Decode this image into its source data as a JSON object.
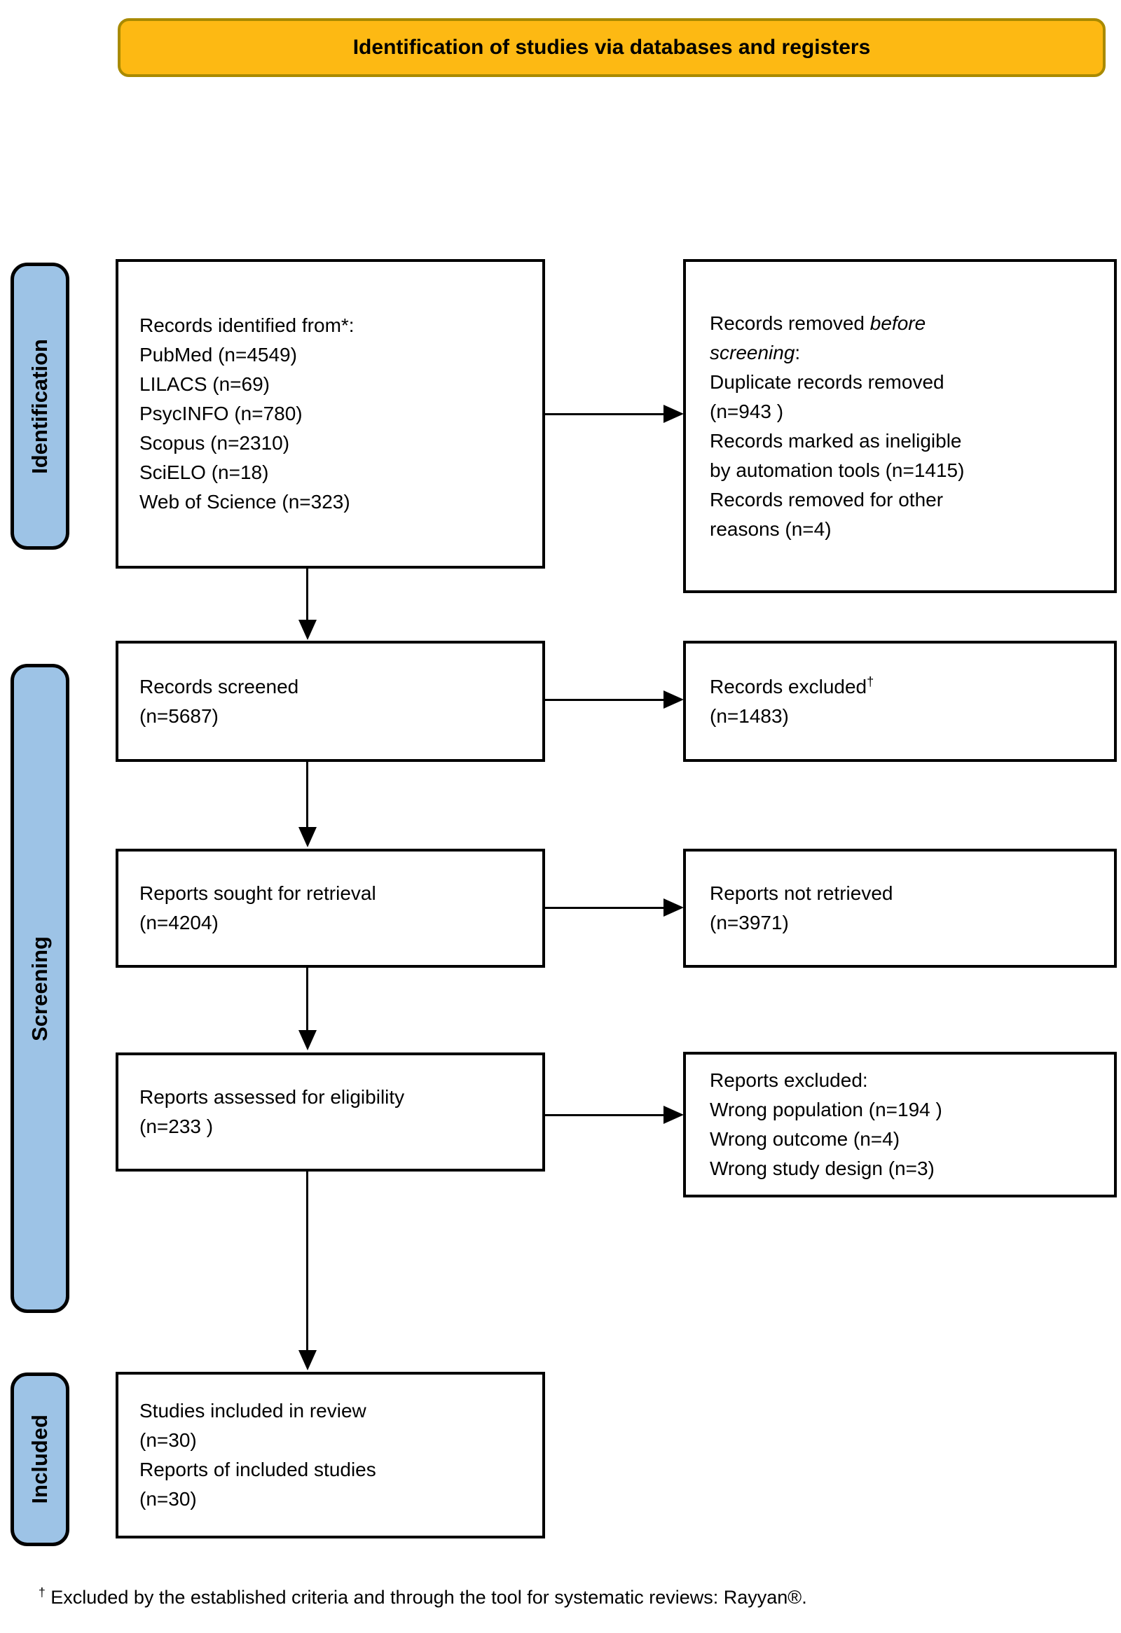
{
  "banner": {
    "title": "Identification of studies via databases and registers"
  },
  "colors": {
    "banner_bg": "#FDB913",
    "banner_border": "#A98A00",
    "sidebar_bg": "#9DC3E6",
    "box_bg": "#FFFFFF",
    "line_color": "#000000"
  },
  "sidebars": [
    {
      "label": "Identification"
    },
    {
      "label": "Screening"
    },
    {
      "label": "Included"
    }
  ],
  "boxes": {
    "records_identified": {
      "heading": "Records identified from*:",
      "items": [
        "PubMed (n=4549)",
        "LILACS (n=69)",
        "PsycINFO (n=780)",
        "Scopus (n=2310)",
        "SciELO (n=18)",
        "Web of Science (n=323)"
      ]
    },
    "records_removed": {
      "heading_prefix": "Records removed ",
      "heading_italic": "before screening",
      "heading_suffix": ":",
      "items": [
        "Duplicate records removed (n=943 )",
        "Records marked as ineligible by automation tools (n=1415)",
        "Records removed for other reasons (n=4)"
      ]
    },
    "records_screened": {
      "line1": "Records screened",
      "line2": "(n=5687)"
    },
    "records_excluded": {
      "line1": "Records excluded",
      "dagger": "†",
      "line2": "(n=1483)"
    },
    "reports_sought": {
      "line1": "Reports sought for retrieval",
      "line2": "(n=4204)"
    },
    "reports_not_retrieved": {
      "line1": "Reports not retrieved",
      "line2": "(n=3971)"
    },
    "reports_assessed": {
      "line1": "Reports assessed for eligibility",
      "line2": "(n=233 )"
    },
    "reports_excluded": {
      "heading": "Reports excluded:",
      "items": [
        "Wrong population (n=194 )",
        "Wrong outcome (n=4)",
        "Wrong study design (n=3)"
      ]
    },
    "studies_included": {
      "lines": [
        "Studies included in review",
        "(n=30)",
        "Reports of included studies",
        "(n=30)"
      ]
    }
  },
  "footnote": {
    "dagger": "†",
    "text": " Excluded by the established criteria and through the tool for systematic reviews: Rayyan®."
  }
}
